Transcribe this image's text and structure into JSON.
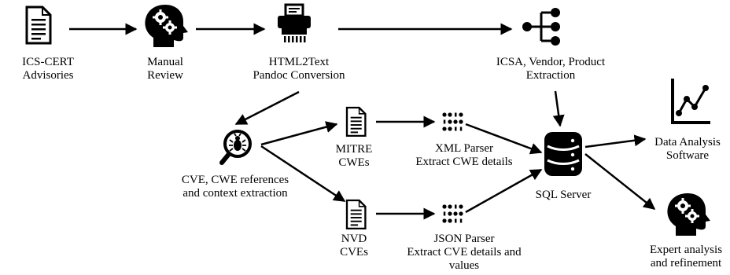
{
  "nodes": {
    "ics_cert": {
      "line1": "ICS-CERT",
      "line2": "Advisories",
      "icon": "document-icon"
    },
    "manual_review": {
      "line1": "Manual",
      "line2": "Review",
      "icon": "head-gears-icon"
    },
    "html2text": {
      "line1": "HTML2Text",
      "line2": "Pandoc Conversion",
      "icon": "shredder-icon"
    },
    "extraction": {
      "line1": "ICSA, Vendor, Product",
      "line2": "Extraction",
      "icon": "tree-split-icon"
    },
    "cve_cwe": {
      "line1": "CVE, CWE references",
      "line2": "and context extraction",
      "icon": "bug-magnifier-icon"
    },
    "mitre": {
      "line1": "MITRE",
      "line2": "CWEs",
      "icon": "document-icon"
    },
    "nvd": {
      "line1": "NVD",
      "line2": "CVEs",
      "icon": "document-icon"
    },
    "xml_parser": {
      "line1": "XML Parser",
      "line2": "Extract CWE details",
      "icon": "binary-dots-icon"
    },
    "json_parser": {
      "line1": "JSON Parser",
      "line2": "Extract CVE details and",
      "line3": "values",
      "icon": "binary-dots-icon"
    },
    "sql_server": {
      "line1": "SQL Server",
      "icon": "database-icon"
    },
    "data_analysis": {
      "line1": "Data Analysis",
      "line2": "Software",
      "icon": "line-chart-icon"
    },
    "expert": {
      "line1": "Expert analysis",
      "line2": "and refinement",
      "icon": "head-gears-icon"
    }
  },
  "colors": {
    "ink": "#000000",
    "background": "#ffffff"
  }
}
